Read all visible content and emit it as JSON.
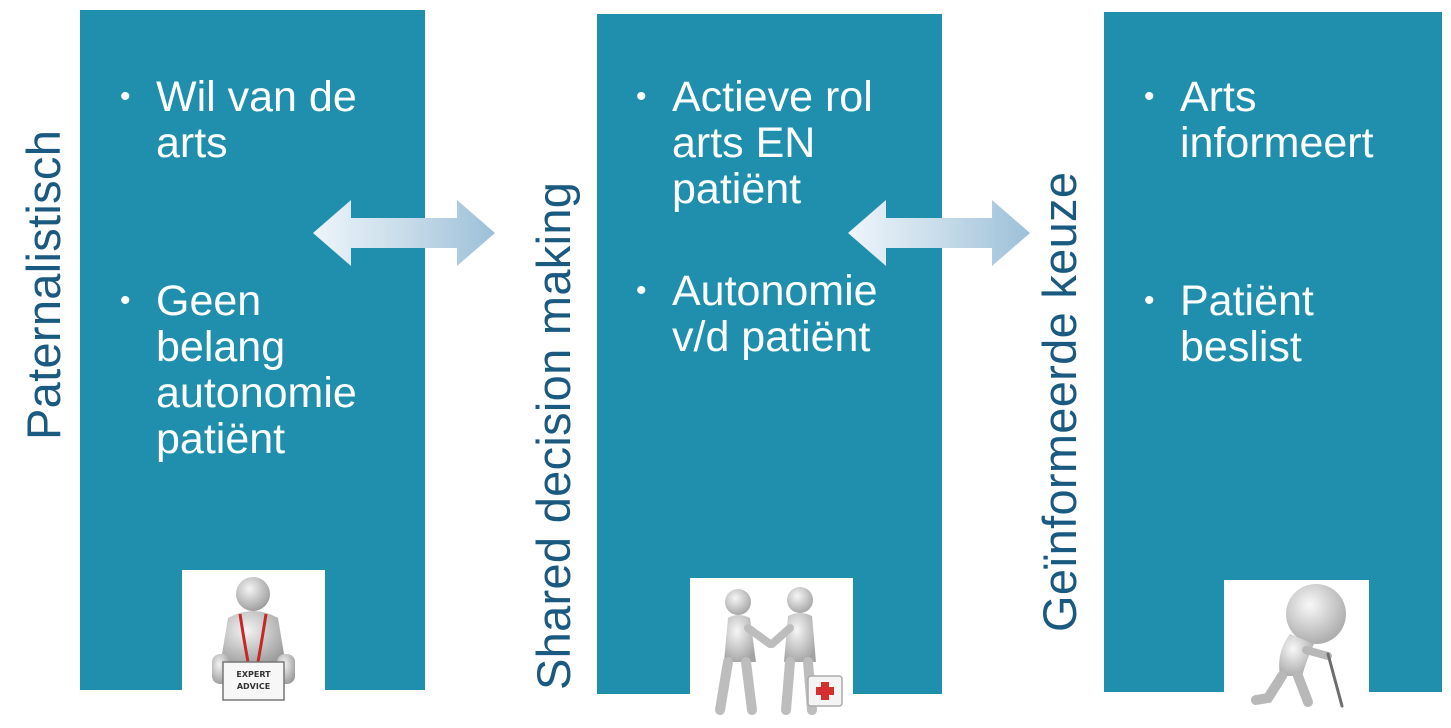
{
  "columns": [
    {
      "title": "Paternalistisch",
      "bullets": [
        {
          "lines": [
            "Wil van de",
            "arts"
          ]
        },
        {
          "lines": [
            "Geen",
            "belang",
            "autonomie",
            "patiënt"
          ]
        }
      ],
      "picture_sign_text": [
        "EXPERT",
        "ADVICE"
      ]
    },
    {
      "title": "Shared decision making",
      "bullets": [
        {
          "lines": [
            "Actieve rol",
            "arts EN",
            "patiënt"
          ]
        },
        {
          "lines": [
            "Autonomie",
            "v/d patiënt"
          ]
        }
      ]
    },
    {
      "title": "Geïnformeerde keuze",
      "bullets": [
        {
          "lines": [
            "Arts",
            "informeert"
          ]
        },
        {
          "lines": [
            "Patiënt",
            "beslist"
          ]
        }
      ]
    }
  ],
  "bullet_symbol": "•",
  "colors": {
    "panel": "#1f8fad",
    "title_text": "#1b5a80",
    "bullet_text": "#ffffff",
    "arrow_light": "#eef5fa",
    "arrow_dark": "#9cc0d8"
  },
  "icons": {
    "arrows": "double-headed-arrow",
    "picture_1": "expert-advice-figure",
    "picture_2": "handshake-figures",
    "picture_3": "thinking-figure-with-cane"
  }
}
